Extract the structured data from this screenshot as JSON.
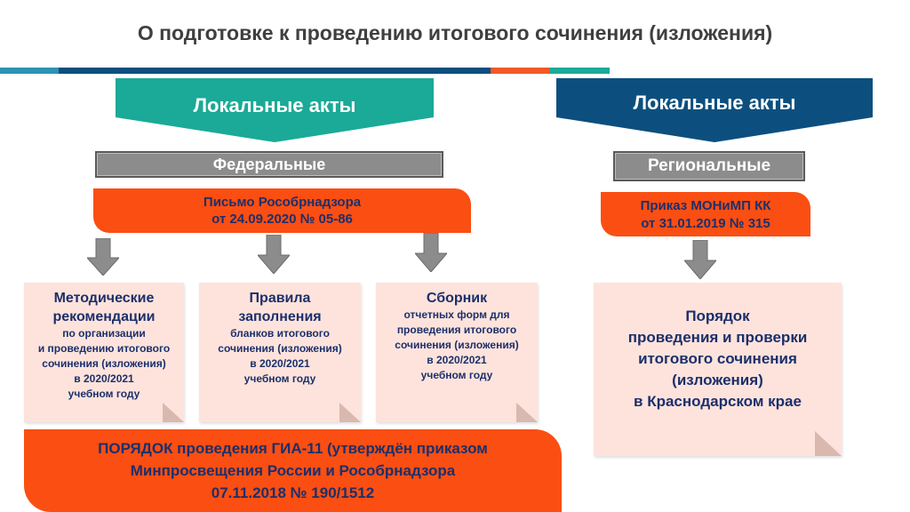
{
  "title": "О подготовке к проведению итогового сочинения (изложения)",
  "colors": {
    "teal": "#1aaa97",
    "navy": "#0c4f7e",
    "orange": "#fb4e12",
    "text_blue": "#1c2f6b",
    "note_bg": "#fde3dc",
    "gray": "#8c8c8c"
  },
  "left": {
    "banner": "Локальные акты",
    "category": "Федеральные",
    "letter": {
      "line1": "Письмо Рособрнадзора",
      "line2": "от 24.09.2020 № 05-86"
    },
    "notes": [
      {
        "head": [
          "Методические",
          "рекомендации"
        ],
        "sub": [
          "по организации",
          "и проведению итогового",
          "сочинения (изложения)",
          "в 2020/2021",
          "учебном году"
        ]
      },
      {
        "head": [
          "Правила",
          "заполнения"
        ],
        "sub": [
          "бланков итогового",
          "сочинения (изложения)",
          "в 2020/2021",
          "учебном году"
        ]
      },
      {
        "head": [
          "Сборник"
        ],
        "sub": [
          "отчетных форм для",
          "проведения итогового",
          "сочинения (изложения)",
          "в 2020/2021",
          "учебном году"
        ]
      }
    ],
    "order": {
      "line1": "ПОРЯДОК проведения ГИА-11 (утверждён приказом",
      "line2": "Минпросвещения России и Рособрнадзора",
      "line3": "07.11.2018 № 190/1512"
    }
  },
  "right": {
    "banner": "Локальные акты",
    "category": "Региональные",
    "decree": {
      "line1": "Приказ МОНиМП КК",
      "line2": "от 31.01.2019  № 315"
    },
    "note": {
      "lines": [
        "Порядок",
        "проведения и проверки",
        "итогового сочинения",
        "(изложения)",
        "в Краснодарском крае"
      ]
    }
  }
}
